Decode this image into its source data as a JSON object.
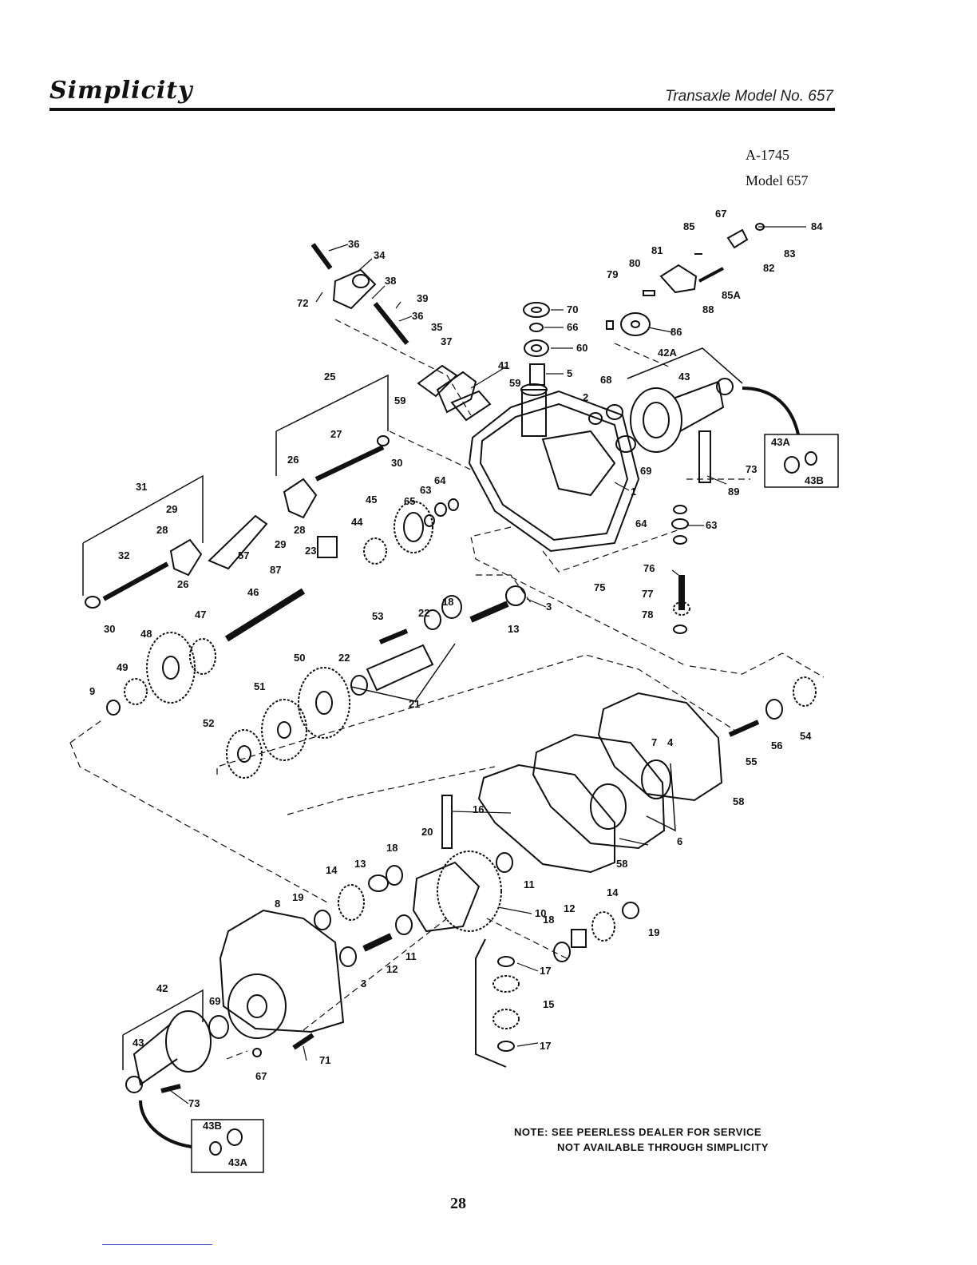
{
  "header": {
    "brand": "Simplicity",
    "title": "Transaxle Model No. 657"
  },
  "drawing": {
    "number": "A-1745",
    "model": "Model 657"
  },
  "callouts": {
    "c1": "1",
    "c2": "2",
    "c3a": "3",
    "c3b": "3",
    "c4": "4",
    "c5": "5",
    "c6": "6",
    "c7": "7",
    "c8": "8",
    "c9": "9",
    "c10": "10",
    "c11a": "11",
    "c11b": "11",
    "c12a": "12",
    "c12b": "12",
    "c13a": "13",
    "c13b": "13",
    "c14a": "14",
    "c14b": "14",
    "c15": "15",
    "c16": "16",
    "c17a": "17",
    "c17b": "17",
    "c18a": "18",
    "c18b": "18",
    "c18c": "18",
    "c19a": "19",
    "c19b": "19",
    "c20": "20",
    "c21": "21",
    "c22a": "22",
    "c22b": "22",
    "c23": "23",
    "c25": "25",
    "c26a": "26",
    "c26b": "26",
    "c27": "27",
    "c28a": "28",
    "c28b": "28",
    "c29a": "29",
    "c29b": "29",
    "c30a": "30",
    "c30b": "30",
    "c31": "31",
    "c32": "32",
    "c34": "34",
    "c35": "35",
    "c36a": "36",
    "c36b": "36",
    "c37": "37",
    "c38": "38",
    "c39": "39",
    "c41": "41",
    "c42": "42",
    "c42A": "42A",
    "c43a": "43",
    "c43b": "43",
    "c43Aa": "43A",
    "c43Ab": "43A",
    "c43Ba": "43B",
    "c43Bb": "43B",
    "c44": "44",
    "c45": "45",
    "c46": "46",
    "c47": "47",
    "c48": "48",
    "c49": "49",
    "c50": "50",
    "c51": "51",
    "c52": "52",
    "c53": "53",
    "c54": "54",
    "c55": "55",
    "c56": "56",
    "c57": "57",
    "c58a": "58",
    "c58b": "58",
    "c59a": "59",
    "c59b": "59",
    "c60": "60",
    "c63a": "63",
    "c63b": "63",
    "c64a": "64",
    "c64b": "64",
    "c65": "65",
    "c66": "66",
    "c67a": "67",
    "c67b": "67",
    "c68": "68",
    "c69a": "69",
    "c69b": "69",
    "c70": "70",
    "c71": "71",
    "c72": "72",
    "c73a": "73",
    "c73b": "73",
    "c75": "75",
    "c76": "76",
    "c77": "77",
    "c78": "78",
    "c79": "79",
    "c80": "80",
    "c81": "81",
    "c82": "82",
    "c83": "83",
    "c84": "84",
    "c85": "85",
    "c85A": "85A",
    "c86": "86",
    "c87": "87",
    "c88": "88",
    "c89": "89"
  },
  "note": {
    "line1": "NOTE: SEE PEERLESS DEALER FOR SERVICE",
    "line2": "NOT AVAILABLE THROUGH SIMPLICITY"
  },
  "page_number": "28"
}
